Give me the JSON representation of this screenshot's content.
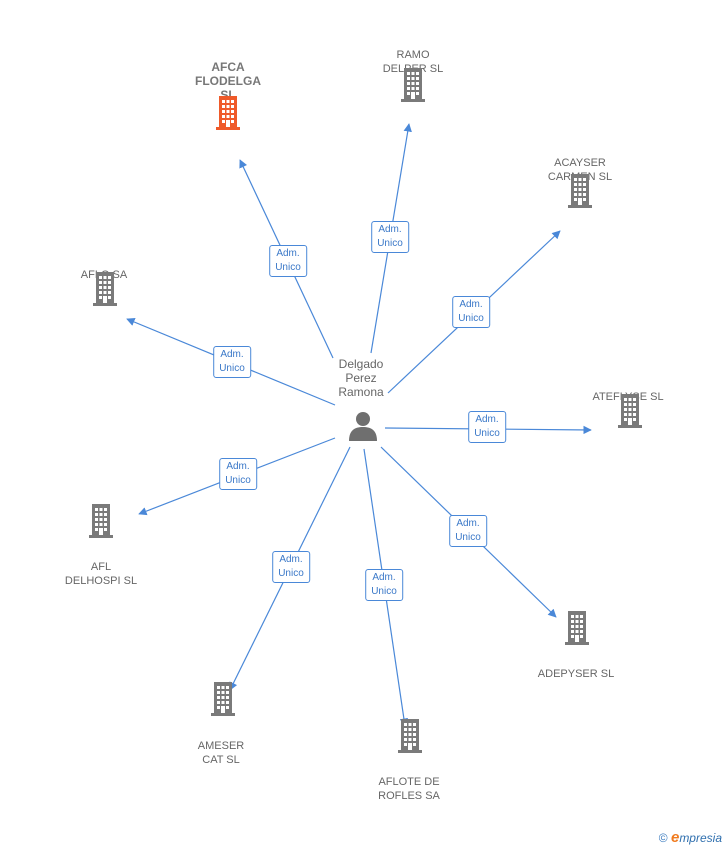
{
  "center": {
    "label": "Delgado\nPerez\nRamona",
    "icon": "person-icon"
  },
  "colors": {
    "edge": "#4a88d8",
    "building": "#7a7a7a",
    "highlight": "#ef5a2a"
  },
  "edge_label_line1": "Adm.",
  "edge_label_line2": "Unico",
  "nodes": [
    {
      "id": "afca",
      "label": "AFCA\nFLODELGA\nSL",
      "highlight": true
    },
    {
      "id": "ramo",
      "label": "RAMO\nDELPER SL",
      "highlight": false
    },
    {
      "id": "acayser",
      "label": "ACAYSER\nCARMEN  SL",
      "highlight": false
    },
    {
      "id": "aflo",
      "label": "AFLO SA",
      "highlight": false
    },
    {
      "id": "ateflyse",
      "label": "ATEFLYSE  SL",
      "highlight": false
    },
    {
      "id": "afl",
      "label": "AFL\nDELHOSPI  SL",
      "highlight": false
    },
    {
      "id": "adepyser",
      "label": "ADEPYSER  SL",
      "highlight": false
    },
    {
      "id": "ameser",
      "label": "AMESER\nCAT  SL",
      "highlight": false
    },
    {
      "id": "aflote",
      "label": "AFLOTE DE\nROFLES SA",
      "highlight": false
    }
  ],
  "footer": {
    "copyright": "©",
    "brand_first": "e",
    "brand_rest": "mpresia"
  }
}
